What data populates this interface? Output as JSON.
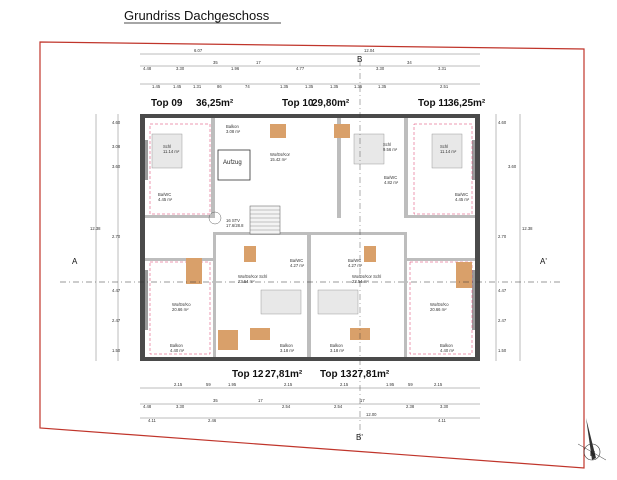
{
  "title": "Grundriss Dachgeschoss",
  "units": [
    {
      "name": "Top 09",
      "area": "36,25m²"
    },
    {
      "name": "Top 10",
      "area": "29,80m²"
    },
    {
      "name": "Top 11",
      "area": "36,25m²"
    },
    {
      "name": "Top 12",
      "area": "27,81m²"
    },
    {
      "name": "Top 13",
      "area": "27,81m²"
    }
  ],
  "rooms": {
    "balkon_top": {
      "name": "Balkon",
      "area": "3.08 m²"
    },
    "wkk_top10": {
      "name": "Wo/Es/Kor",
      "area": "15.42 m²"
    },
    "schl_09": {
      "name": "Schl",
      "area": "11.14 m²"
    },
    "schl_10": {
      "name": "Schl",
      "area": "9.56 m²"
    },
    "schl_11": {
      "name": "Schl",
      "area": "11.14 m²"
    },
    "aufzug": {
      "name": "Aufzug",
      "area": ""
    },
    "bawc_10": {
      "name": "Ba/WC",
      "area": "4.82 m²"
    },
    "bawc_09": {
      "name": "Ba/WC",
      "area": "4.45 m²"
    },
    "bawc_11": {
      "name": "Ba/WC",
      "area": "4.45 m²"
    },
    "stv": {
      "name": "16 STV",
      "area": "17.6/28.8"
    },
    "bawc_12": {
      "name": "Ba/WC",
      "area": "4.27 m²"
    },
    "bawc_13": {
      "name": "Ba/WC",
      "area": "4.27 m²"
    },
    "wks_12": {
      "name": "Wo/Es/Kor Schl",
      "area": "23.54 m²"
    },
    "wks_13": {
      "name": "Wo/Es/Kor Schl",
      "area": "23.54 m²"
    },
    "wek_09": {
      "name": "Wo/Es/Ko",
      "area": "20.66 m²"
    },
    "wek_11": {
      "name": "Wo/Es/Ko",
      "area": "20.66 m²"
    },
    "balkon_09": {
      "name": "Balkon",
      "area": "4.40 m²"
    },
    "balkon_12": {
      "name": "Balkon",
      "area": "3.18 m²"
    },
    "balkon_13": {
      "name": "Balkon",
      "area": "3.18 m²"
    },
    "balkon_11": {
      "name": "Balkon",
      "area": "4.40 m²"
    }
  },
  "section_marks": {
    "top": "B",
    "bottom": "B'",
    "left": "A",
    "right": "A'"
  },
  "dims_top": {
    "d1": "6.07",
    "d2": "12.04",
    "r2": [
      "4.48",
      "3.30",
      "35",
      "1.96",
      "17",
      "4.77",
      "3.30",
      "34",
      "3.31"
    ],
    "r3": [
      "1.45",
      "1.45",
      "1.31",
      "86",
      "74",
      "1.35",
      "1.35",
      "1.35",
      "1.35",
      "1.35",
      "2.51"
    ]
  },
  "dims_bottom": {
    "r1": [
      "2.15",
      "59",
      "1.95",
      "2.15",
      "2.15",
      "1.95",
      "59",
      "2.15"
    ],
    "r2": [
      "4.48",
      "3.30",
      "35",
      "17",
      "2.54",
      "2.54",
      "17",
      "2.38",
      "3.30"
    ],
    "r3": [
      "4.11",
      "2.46",
      "12.00",
      "4.11"
    ]
  },
  "dims_left": [
    "4.60",
    "3.08",
    "3.60",
    "12.38",
    "2.70",
    "4.47",
    "2.47",
    "1.50"
  ],
  "dims_right": [
    "4.60",
    "3.60",
    "12.38",
    "2.70",
    "4.47",
    "2.47",
    "1.50"
  ],
  "compass": {
    "label": "N"
  }
}
